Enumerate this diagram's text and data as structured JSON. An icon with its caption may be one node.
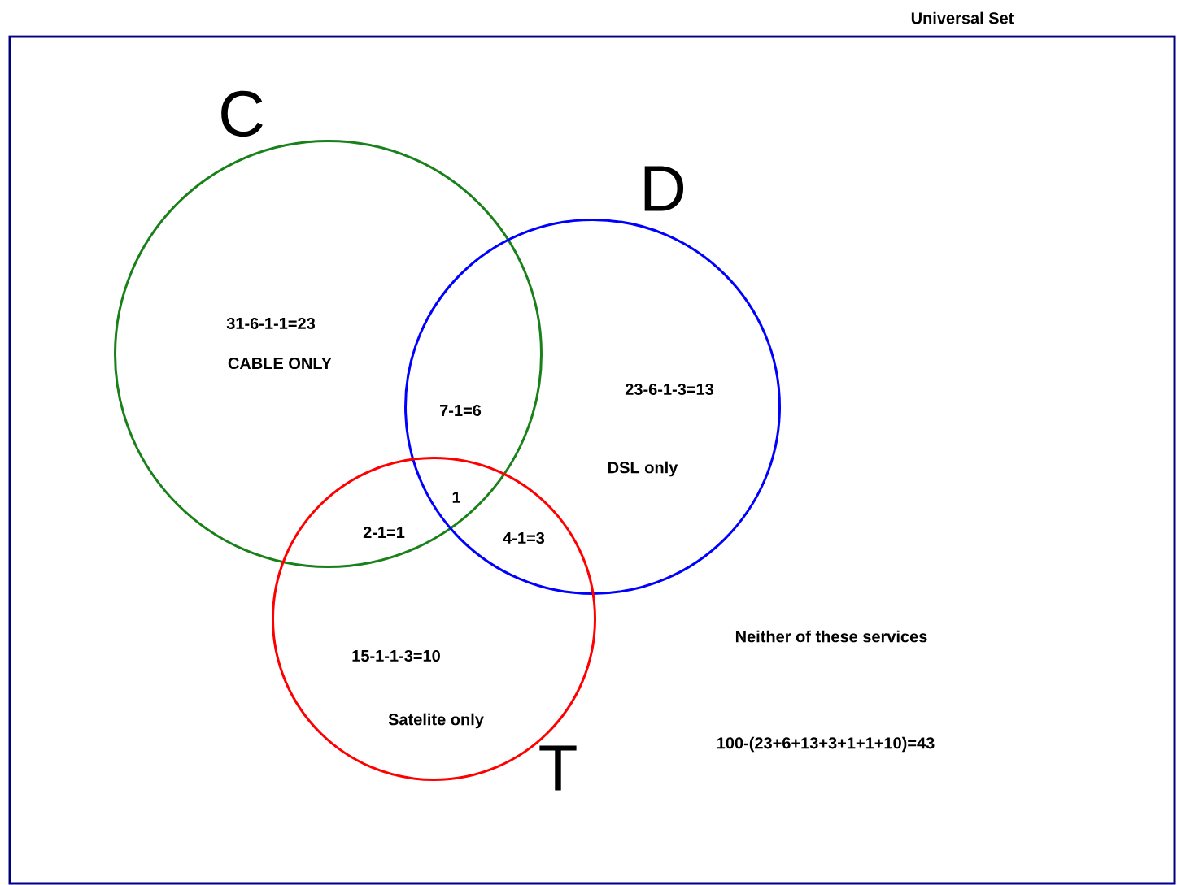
{
  "diagram": {
    "nodes": [
      {
        "text": [
          "Universal Set"
        ]
      },
      {
        "text": [
          "C"
        ],
        "in": 0
      },
      {
        "text": [
          "D"
        ],
        "in": 0
      },
      {
        "text": [
          "T"
        ],
        "in": 0
      }
    ],
    "labels": [
      "31-6-1-1=23",
      "CABLE ONLY",
      "23-6-1-3=13",
      "7-1=6",
      "DSL only",
      "1",
      "2-1=1",
      "4-1=3",
      "Neither of these services",
      "15-1-1-3=10",
      "Satelite only",
      "100-(23+6+13+3+1+1+10)=43"
    ]
  }
}
